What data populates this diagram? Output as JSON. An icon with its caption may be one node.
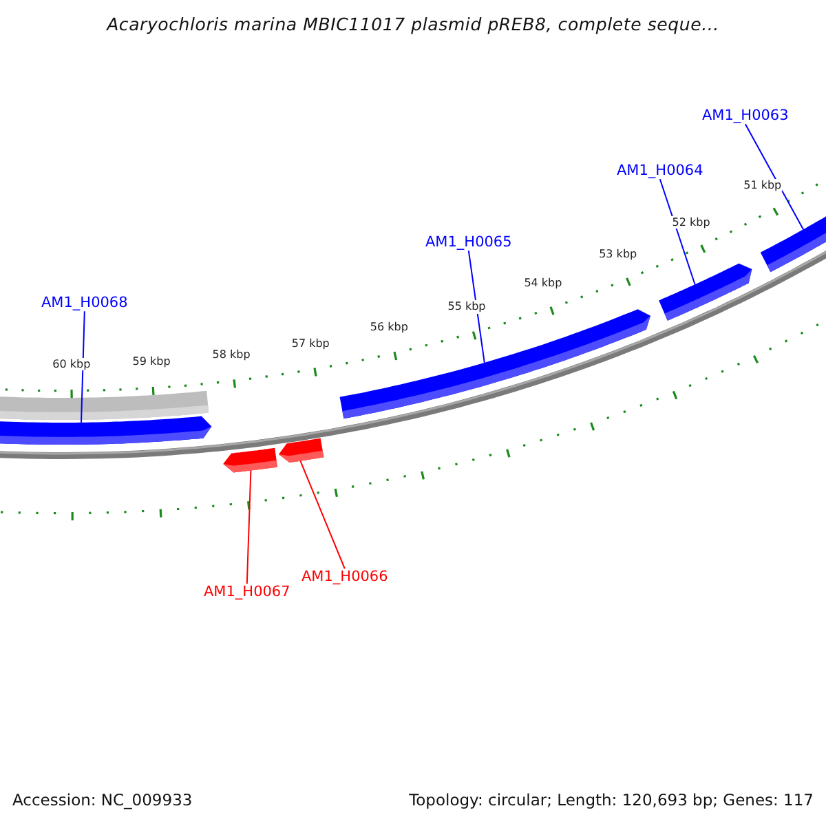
{
  "diagram": {
    "title": "Acaryochloris marina MBIC11017 plasmid pREB8, complete seque...",
    "nodes": [
      {
        "text": [
          "AM1_H0063"
        ]
      },
      {
        "text": [
          "AM1_H0064"
        ]
      },
      {
        "text": [
          "AM1_H0065"
        ]
      },
      {
        "text": [
          "AM1_H0068"
        ]
      },
      {
        "text": [
          "AM1_H0066"
        ]
      },
      {
        "text": [
          "AM1_H0067"
        ]
      },
      {
        "text": [],
        "shape": "bar"
      },
      {
        "text": [],
        "shape": "arrow"
      },
      {
        "text": [],
        "shape": "arrow"
      },
      {
        "text": [],
        "shape": "arrow"
      },
      {
        "text": [],
        "shape": "arrow"
      },
      {
        "text": [],
        "shape": "arrow"
      },
      {
        "text": [],
        "shape": "arrow"
      }
    ],
    "edges": [
      {
        "from": 0,
        "to": 12,
        "arrow": "none"
      },
      {
        "from": 1,
        "to": 11,
        "arrow": "none"
      },
      {
        "from": 2,
        "to": 10,
        "arrow": "none"
      },
      {
        "from": 3,
        "to": 7,
        "arrow": "none"
      },
      {
        "from": 4,
        "to": 9,
        "arrow": "none",
        "color": "#ff0000"
      },
      {
        "from": 5,
        "to": 8,
        "arrow": "none",
        "color": "#ff0000"
      }
    ],
    "labels": [
      "51 kbp",
      "52 kbp",
      "53 kbp",
      "54 kbp",
      "55 kbp",
      "56 kbp",
      "57 kbp",
      "58 kbp",
      "59 kbp",
      "60 kbp",
      "Accession: NC_009933",
      "Topology: circular; Length: 120,693 bp; Genes: 117"
    ]
  }
}
